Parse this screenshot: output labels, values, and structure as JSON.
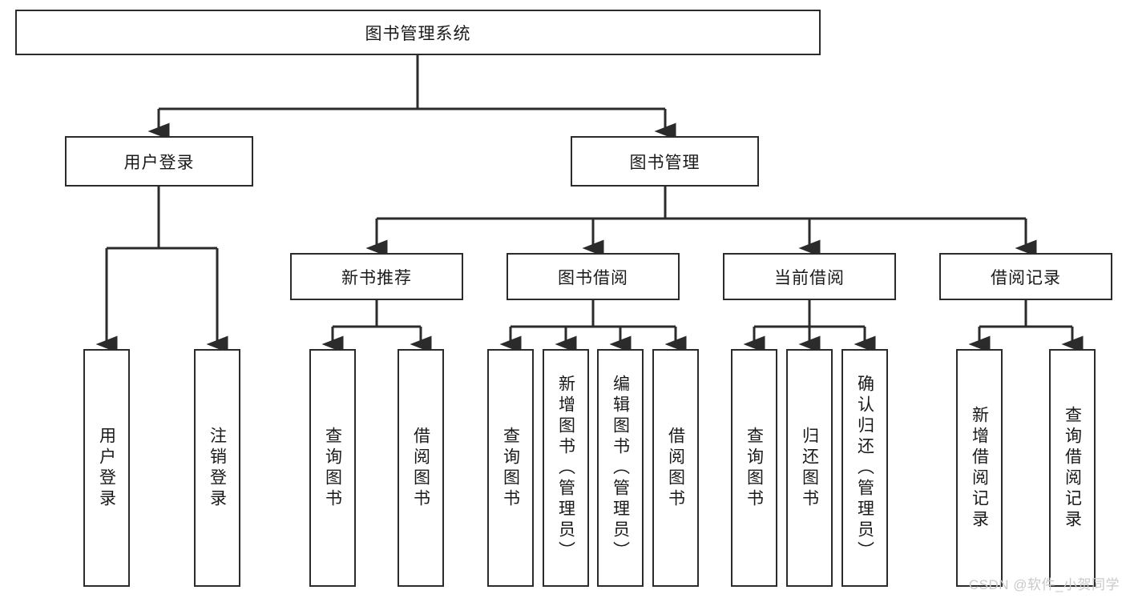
{
  "diagram": {
    "title": "图书管理系统",
    "type": "tree-hierarchy-diagram",
    "colors": {
      "box_border": "#2b2b2b",
      "box_fill": "#ffffff",
      "connector": "#2b2b2b",
      "text": "#1a1a1a",
      "watermark": "#c9c9c9",
      "background": "#ffffff"
    },
    "root": {
      "label": "图书管理系统"
    },
    "level2": [
      {
        "id": "user-login",
        "label": "用户登录"
      },
      {
        "id": "book-management",
        "label": "图书管理"
      }
    ],
    "level3": [
      {
        "id": "new-book-recommend",
        "label": "新书推荐"
      },
      {
        "id": "book-borrow",
        "label": "图书借阅"
      },
      {
        "id": "current-borrow",
        "label": "当前借阅"
      },
      {
        "id": "borrow-record",
        "label": "借阅记录"
      }
    ],
    "leaves": {
      "user_login": [
        {
          "id": "leaf-user-login",
          "label": "用户登录"
        },
        {
          "id": "leaf-logout-login",
          "label": "注销登录"
        }
      ],
      "new_book_recommend": [
        {
          "id": "leaf-query-book-1",
          "label": "查询图书"
        },
        {
          "id": "leaf-borrow-book-1",
          "label": "借阅图书"
        }
      ],
      "book_borrow": [
        {
          "id": "leaf-query-book-2",
          "label": "查询图书"
        },
        {
          "id": "leaf-add-book",
          "label": "新增图书（管理员）"
        },
        {
          "id": "leaf-edit-book",
          "label": "编辑图书（管理员）"
        },
        {
          "id": "leaf-borrow-book-2",
          "label": "借阅图书"
        }
      ],
      "current_borrow": [
        {
          "id": "leaf-query-book-3",
          "label": "查询图书"
        },
        {
          "id": "leaf-return-book",
          "label": "归还图书"
        },
        {
          "id": "leaf-confirm-return",
          "label": "确认归还（管理员）"
        }
      ],
      "borrow_record": [
        {
          "id": "leaf-add-record",
          "label": "新增借阅记录"
        },
        {
          "id": "leaf-query-record",
          "label": "查询借阅记录"
        }
      ]
    },
    "watermark": "CSDN @软件_小贺同学"
  }
}
